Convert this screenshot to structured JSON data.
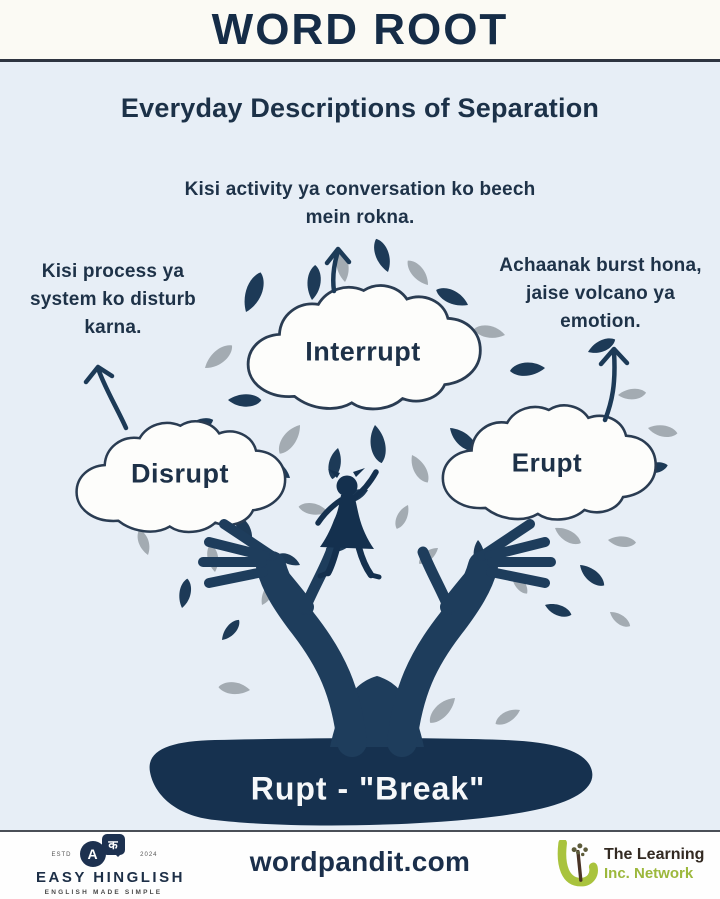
{
  "header": {
    "title": "WORD ROOT"
  },
  "subtitle": "Everyday Descriptions of Separation",
  "annotations": {
    "left": "Kisi process ya system ko disturb karna.",
    "center": "Kisi activity ya conversation ko beech mein rokna.",
    "right": "Achaanak burst hona, jaise volcano ya emotion."
  },
  "clouds": [
    {
      "label": "Disrupt"
    },
    {
      "label": "Interrupt"
    },
    {
      "label": "Erupt"
    }
  ],
  "root": {
    "label": "Rupt - \"Break\""
  },
  "footer": {
    "easy_hinglish": {
      "estd": "ESTD",
      "year": "2024",
      "bubble_a": "A",
      "bubble_ka": "क",
      "name": "EASY HINGLISH",
      "tagline": "ENGLISH MADE SIMPLE"
    },
    "website": "wordpandit.com",
    "learning_network": {
      "line1": "The Learning",
      "line2": "Inc. Network"
    }
  },
  "colors": {
    "navy": "#1b3352",
    "background": "#e7eef6",
    "header_bg": "#fbfaf4",
    "leaf_gray": "#a3abb2",
    "cloud_fill": "#fdfdfb",
    "root_mound": "#16314f",
    "logo_green": "#a9c33d"
  }
}
